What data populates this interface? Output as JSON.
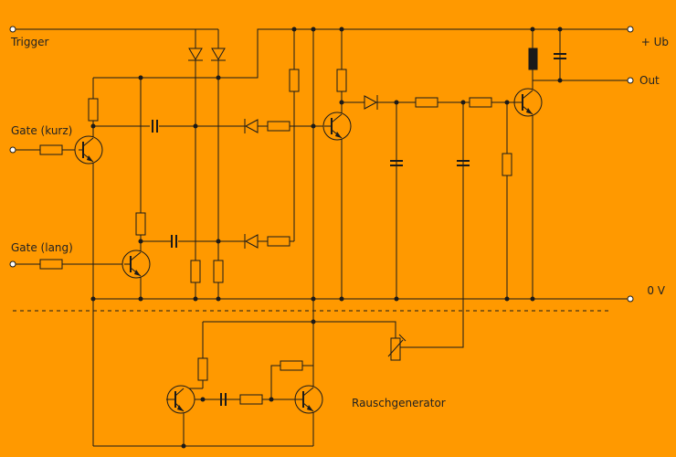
{
  "labels": {
    "trigger": "Trigger",
    "gate_short": "Gate (kurz)",
    "gate_long": "Gate (lang)",
    "supply": "+ Ub",
    "out": "Out",
    "ground": "0 V",
    "noise": "Rauschgenerator"
  },
  "colors": {
    "background": "#FF9900",
    "line": "#1a1a1a"
  }
}
